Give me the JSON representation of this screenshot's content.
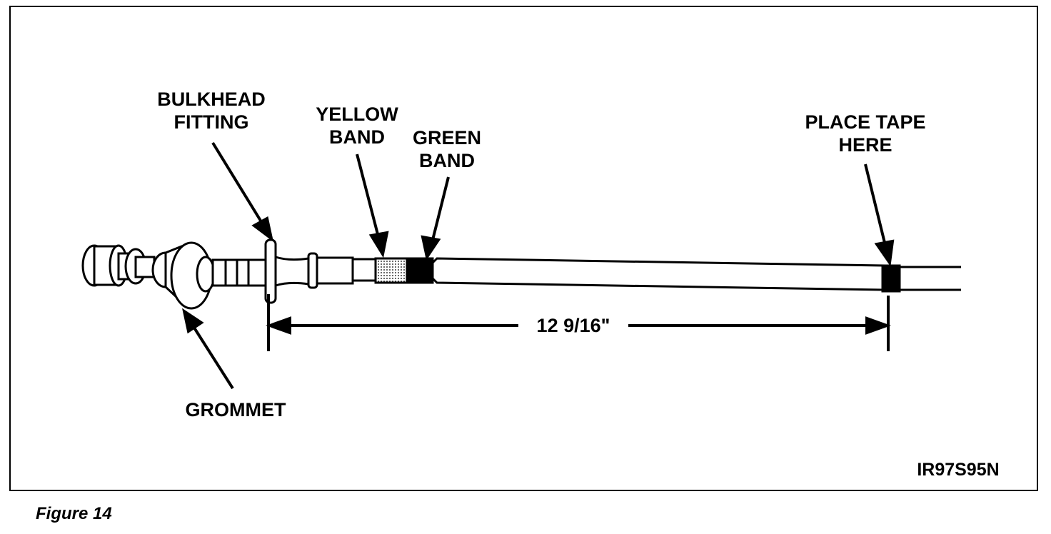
{
  "labels": {
    "bulkhead_fitting": [
      "BULKHEAD",
      "FITTING"
    ],
    "yellow_band": [
      "YELLOW",
      "BAND"
    ],
    "green_band": [
      "GREEN",
      "BAND"
    ],
    "place_tape_here": [
      "PLACE TAPE",
      "HERE"
    ],
    "grommet": "GROMMET",
    "dimension": "12 9/16\"",
    "figure_code": "IR97S95N"
  },
  "caption": "Figure 14",
  "colors": {
    "ink": "#000000",
    "paper": "#ffffff"
  }
}
